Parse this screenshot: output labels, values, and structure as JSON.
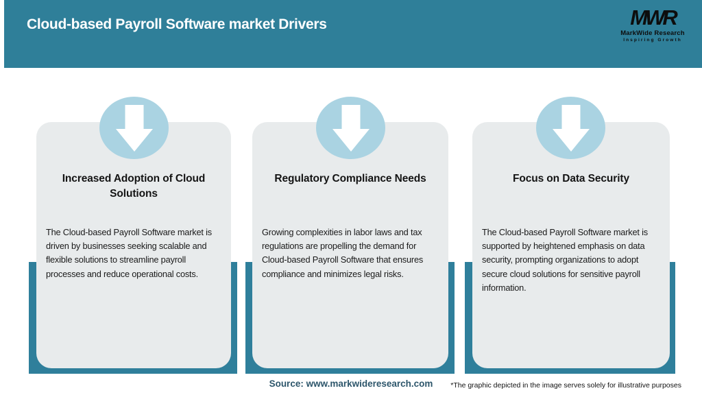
{
  "header": {
    "title": "Cloud-based Payroll Software market Drivers",
    "logo": {
      "acronym": "MWR",
      "name": "MarkWide Research",
      "tagline": "Inspiring Growth"
    }
  },
  "cards": [
    {
      "icon": "down-arrow-icon",
      "title": "Increased Adoption of Cloud Solutions",
      "body": "The Cloud-based Payroll Software market is driven by businesses seeking scalable and flexible solutions to streamline payroll processes and reduce operational costs."
    },
    {
      "icon": "down-arrow-icon",
      "title": "Regulatory Compliance Needs",
      "body": "Growing complexities in labor laws and tax regulations are propelling the demand for Cloud-based Payroll Software that ensures compliance and minimizes legal risks."
    },
    {
      "icon": "down-arrow-icon",
      "title": "Focus on Data Security",
      "body": "The Cloud-based Payroll Software market is supported by heightened emphasis on data security, prompting organizations to adopt secure cloud solutions for sensitive payroll information."
    }
  ],
  "footer": {
    "source": "Source: www.markwideresearch.com",
    "disclaimer": "*The graphic depicted in the image serves solely for illustrative purposes"
  },
  "colors": {
    "header_teal": "#2F7F99",
    "band_teal": "#2F7F9B",
    "card_background": "#E8EBEC",
    "badge_blue": "#AAD3E2",
    "title_text": "#141414",
    "source_text": "#2D566B"
  }
}
